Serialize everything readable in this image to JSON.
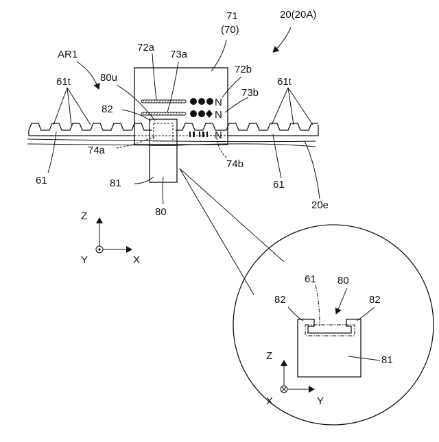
{
  "labels": {
    "ref_20": "20(20A)",
    "ref_71": "71",
    "ref_70": "(70)",
    "ref_72a": "72a",
    "ref_73a": "73a",
    "ref_72b": "72b",
    "ref_73b": "73b",
    "ref_80u": "80u",
    "ref_82": "82",
    "ref_ar1": "AR1",
    "ref_61t_left": "61t",
    "ref_61t_right": "61t",
    "ref_74a": "74a",
    "ref_74b": "74b",
    "ref_61_left": "61",
    "ref_61_right": "61",
    "ref_81": "81",
    "ref_80": "80",
    "ref_20e": "20e",
    "marker_upper": "N",
    "marker_lower": "N",
    "marker_bottom": "N"
  },
  "axes_main": {
    "z": "Z",
    "y": "Y",
    "x": "X"
  },
  "detail": {
    "ref_61": "61",
    "ref_80": "80",
    "ref_82_left": "82",
    "ref_82_right": "82",
    "ref_81": "81",
    "axis_z": "Z",
    "axis_x": "X",
    "axis_y": "Y"
  }
}
